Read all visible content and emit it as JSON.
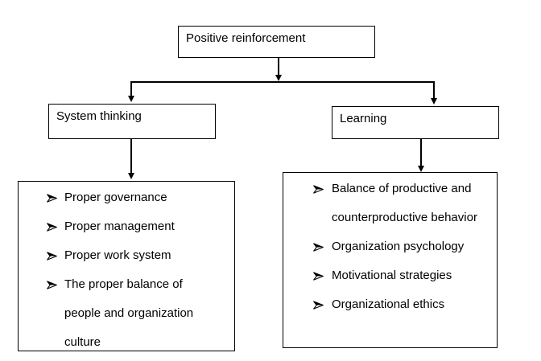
{
  "diagram": {
    "root": {
      "label": "Positive reinforcement"
    },
    "left_branch": {
      "label": "System thinking",
      "items": [
        "Proper governance",
        "Proper management",
        "Proper work system",
        "The proper balance of\npeople and organization\nculture"
      ]
    },
    "right_branch": {
      "label": "Learning",
      "items": [
        "Balance of productive and\ncounterproductive behavior",
        "Organization psychology",
        "Motivational strategies",
        "Organizational ethics"
      ]
    },
    "bullet_icon": "arrowhead-bullet",
    "colors": {
      "background": "#ffffff",
      "line": "#000000",
      "text": "#000000"
    }
  }
}
